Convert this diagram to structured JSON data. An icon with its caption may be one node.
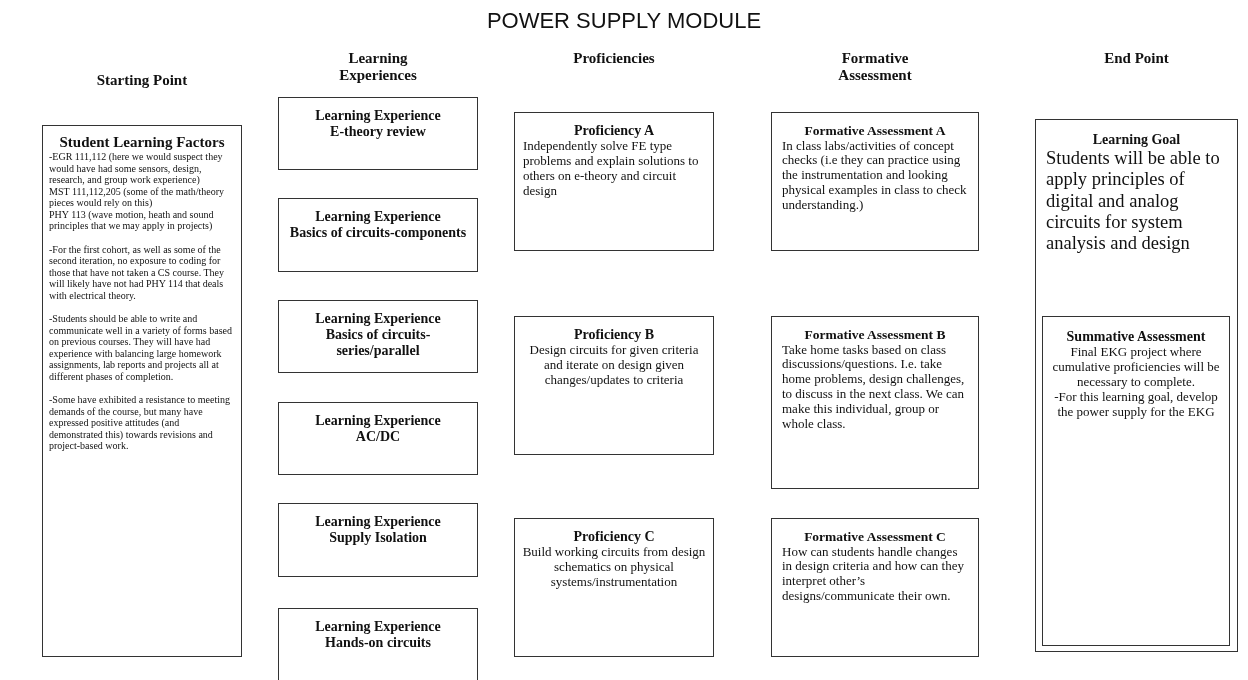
{
  "diagram": {
    "title": "POWER SUPPLY MODULE",
    "nodes": [
      {
        "text": [
          "Student Learning Factors",
          "-EGR 111,112 (here we would suspect they would have had some sensors, design, research, and group work experience)",
          "MST 111,112,205 (some of the math/theory pieces would rely on this)",
          "PHY 113 (wave motion, heath and sound principles that we may apply in projects)",
          "-For the first cohort, as well as some of the second iteration, no exposure to coding for those that have not taken a CS course. They will likely have not had PHY 114 that deals with electrical theory.",
          "-Students should be able to write and communicate well in a variety of forms based on previous courses. They will have had experience with balancing large homework assignments, lab reports and projects all at different phases of completion.",
          "-Some have exhibited a resistance to meeting demands of the course, but many have expressed positive attitudes (and demonstrated this) towards revisions and project-based work."
        ]
      },
      {
        "text": [
          "Learning Experience",
          "E-theory review"
        ]
      },
      {
        "text": [
          "Learning Experience",
          "Basics of circuits-components"
        ]
      },
      {
        "text": [
          "Learning Experience",
          "Basics of circuits-series/parallel"
        ]
      },
      {
        "text": [
          "Learning Experience",
          "AC/DC"
        ]
      },
      {
        "text": [
          "Learning Experience",
          "Supply Isolation"
        ]
      },
      {
        "text": [
          "Learning Experience",
          "Hands-on circuits"
        ]
      },
      {
        "text": [
          "Proficiency A",
          "Independently solve FE type problems and explain solutions to others on e-theory and circuit design"
        ]
      },
      {
        "text": [
          "Proficiency B",
          "Design circuits for given criteria and iterate on design given changes/updates to criteria"
        ]
      },
      {
        "text": [
          "Proficiency C",
          "Build working circuits from design schematics on physical systems/instrumentation"
        ]
      },
      {
        "text": [
          "Formative Assessment A",
          "In class labs/activities of concept checks (i.e they can practice using the instrumentation and looking physical examples  in class to check understanding.)"
        ]
      },
      {
        "text": [
          "Formative Assessment B",
          "Take home tasks based on class discussions/questions. I.e. take home problems, design challenges, to discuss in the next class. We can make this individual, group or whole class."
        ]
      },
      {
        "text": [
          "Formative Assessment C",
          "How can students handle changes in design criteria and how can they interpret other’s designs/communicate their own."
        ]
      },
      {
        "text": [
          "Learning Goal",
          "Students will be able to apply principles of digital and analog circuits for system analysis and design"
        ]
      },
      {
        "text": [
          "Summative Assessment",
          "Final EKG project where cumulative proficiencies will be necessary to complete.",
          "-For this learning goal, develop the power supply for the EKG"
        ],
        "in": 13
      }
    ],
    "edges": [],
    "labels": [
      "Starting Point",
      "Learning Experiences",
      "Proficiencies",
      "Formative Assessment",
      "End Point"
    ]
  }
}
